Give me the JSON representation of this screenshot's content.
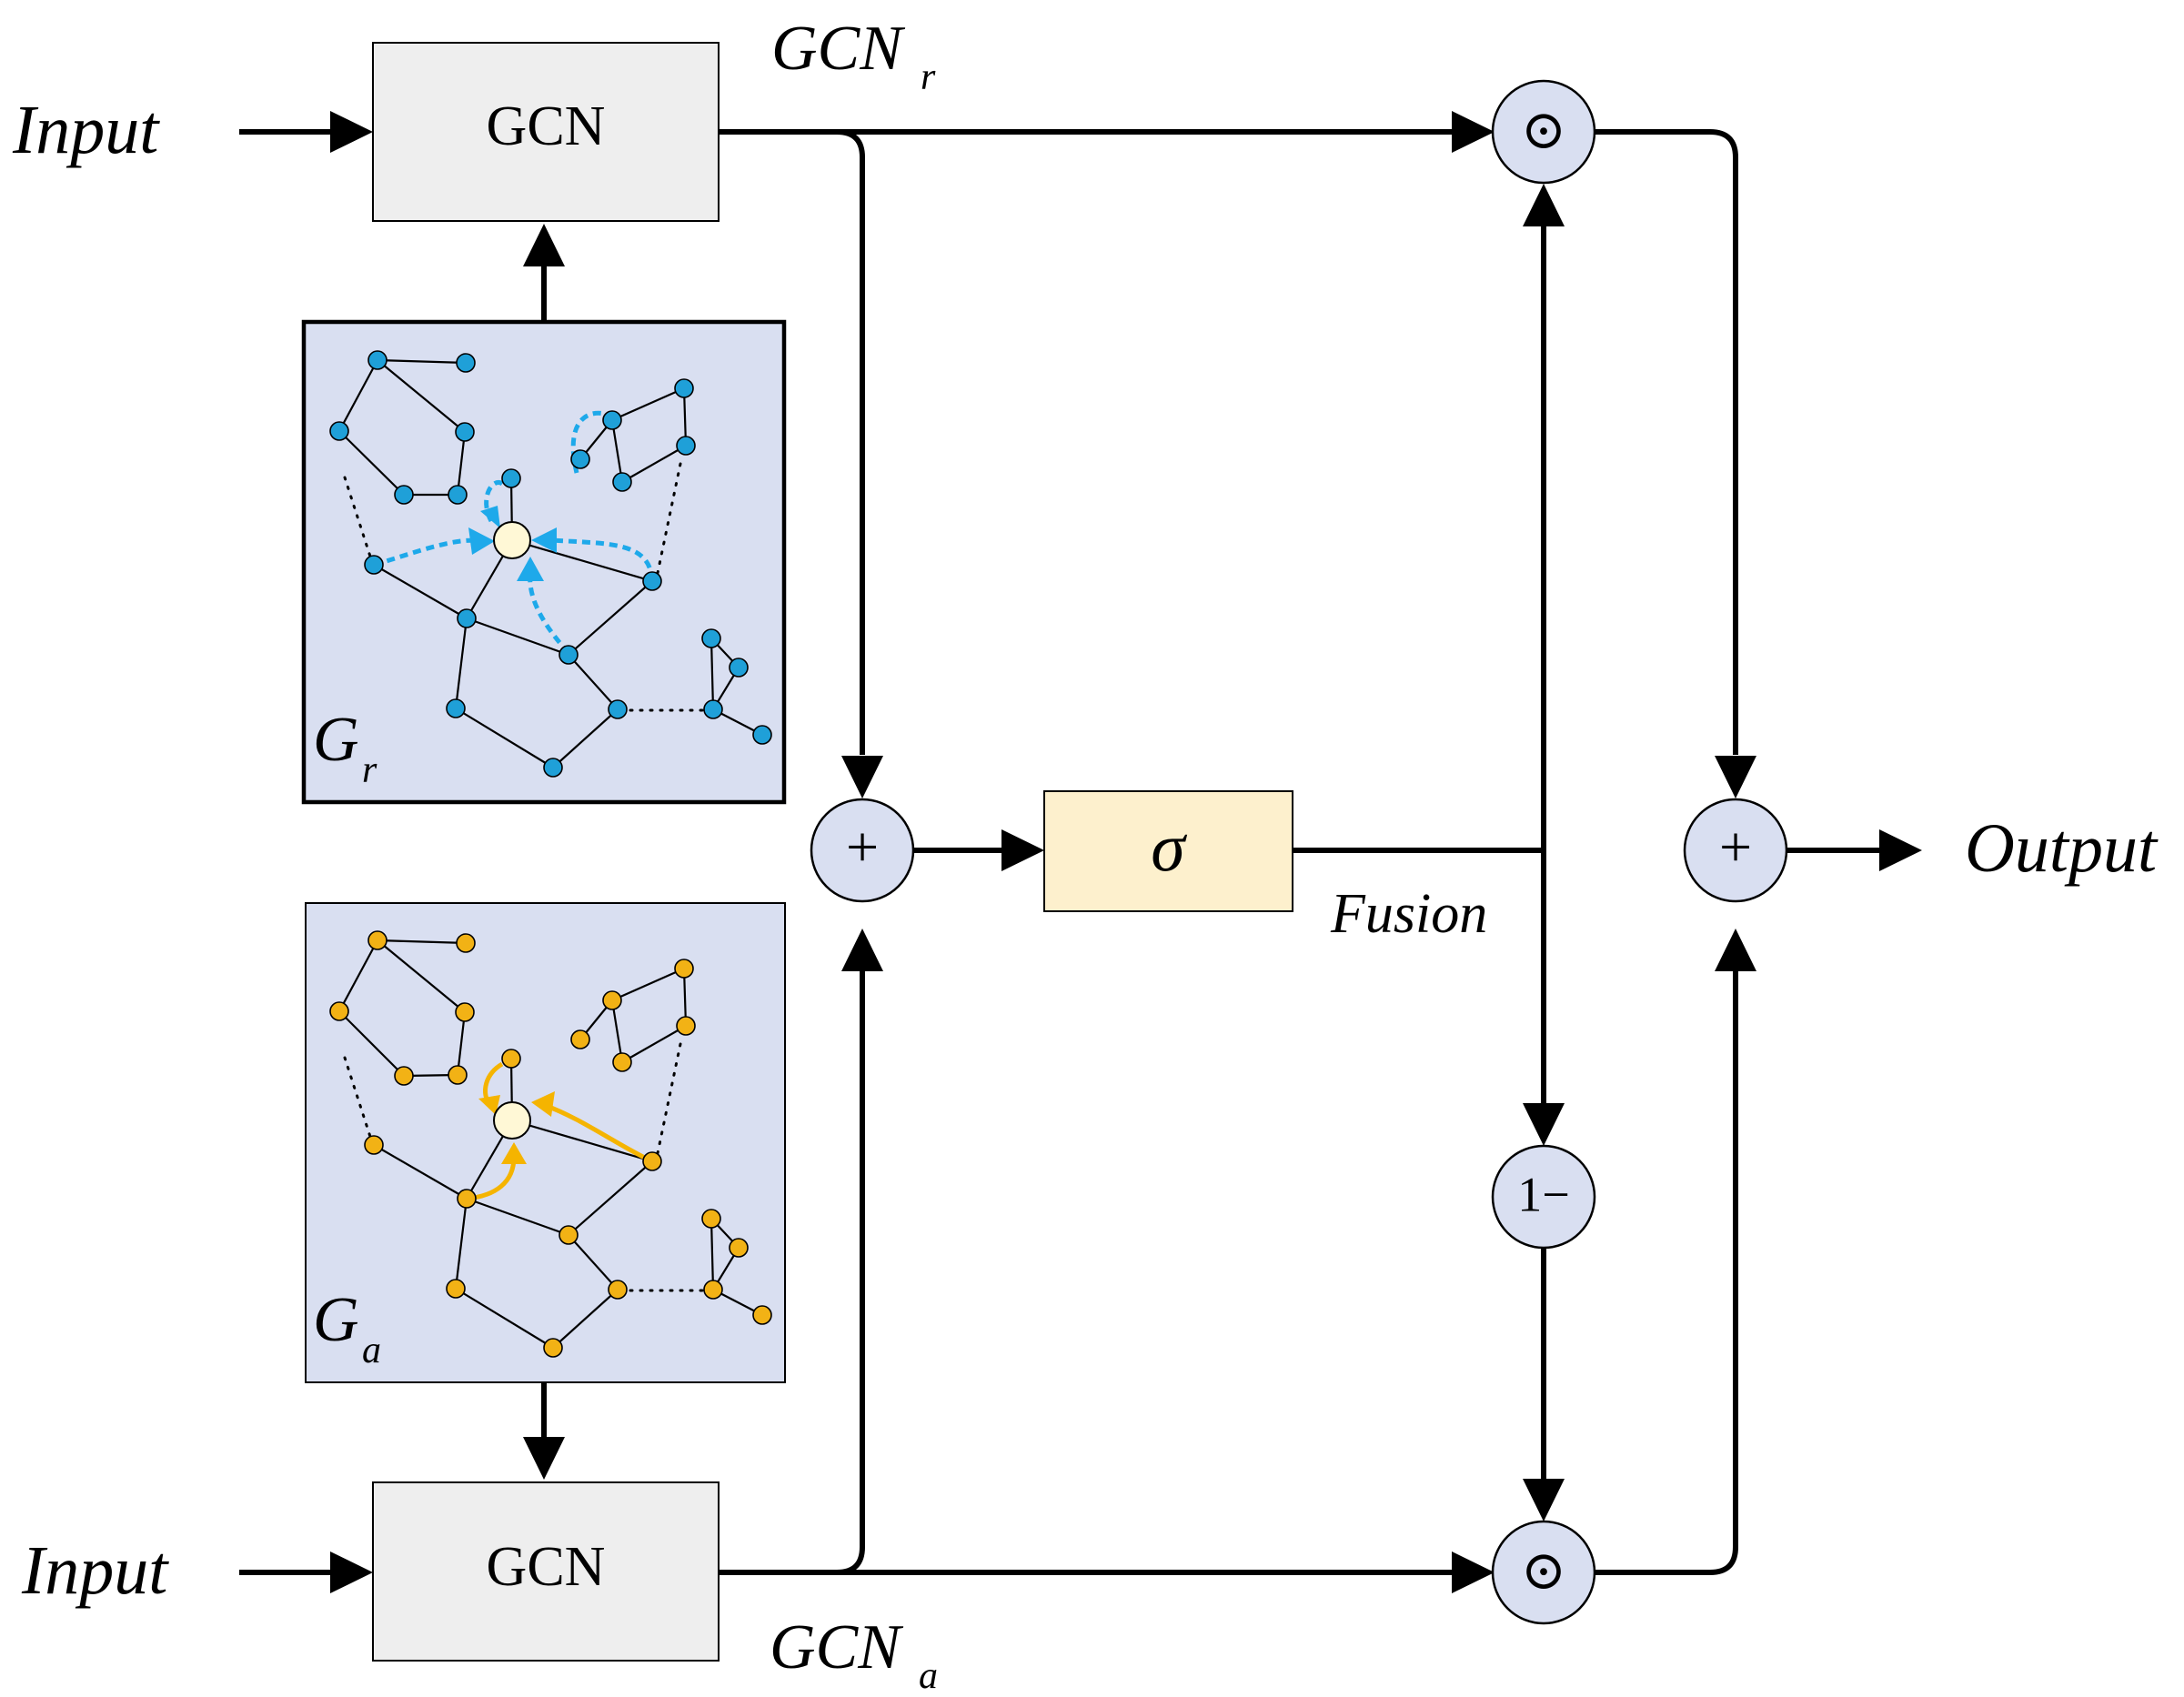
{
  "labels": {
    "input_top": "Input",
    "input_bottom": "Input",
    "output": "Output",
    "fusion": "Fusion",
    "gcn_top": "GCN",
    "gcn_bottom": "GCN",
    "gcn_r_main": "GCN",
    "gcn_r_sub": "r",
    "gcn_a_main": "GCN",
    "gcn_a_sub": "a",
    "graph_r_main": "G",
    "graph_r_sub": "r",
    "graph_a_main": "G",
    "graph_a_sub": "a",
    "sigma": "σ",
    "plus_left": "+",
    "plus_right": "+",
    "hadamard_top": "⊙",
    "hadamard_bottom": "⊙",
    "one_minus": "1−"
  },
  "colors": {
    "graph_r_node": "#1fa0d8",
    "graph_a_node": "#f2b215",
    "panel_background": "#d9dff1",
    "gcn_box": "#eeeeee",
    "sigma_box": "#fdf0cd"
  }
}
